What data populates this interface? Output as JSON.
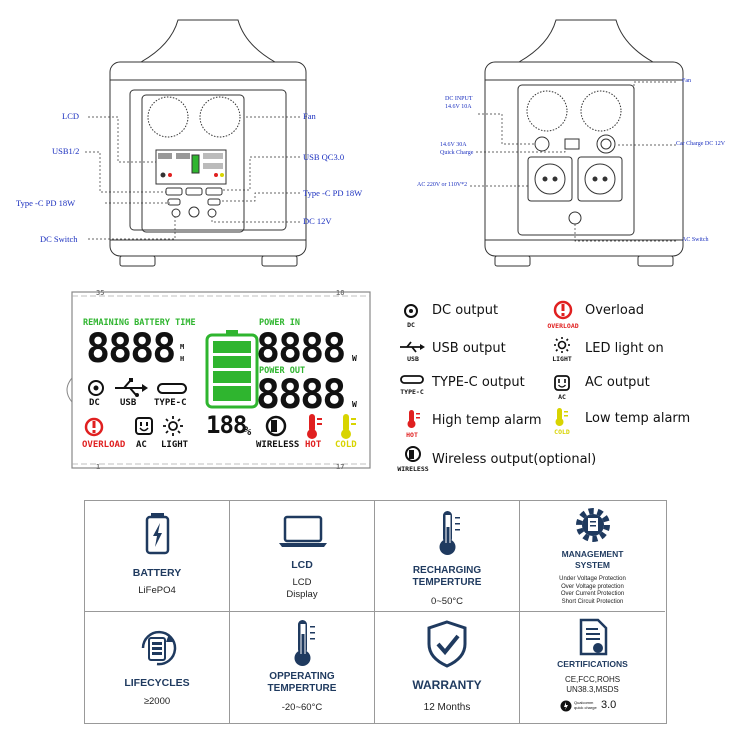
{
  "front_labels": {
    "lcd": "LCD",
    "usb12": "USB1/2",
    "typec_left": "Type -C PD 18W",
    "dc_switch": "DC Switch",
    "fan": "Fan",
    "usb_qc": "USB QC3.0",
    "typec_right": "Type -C PD 18W",
    "dc12": "DC 12V"
  },
  "back_labels": {
    "dc_input": "DC INPUT",
    "dc_input_rating": "14.6V 10A",
    "quick_charge_rating": "14.6V 30A",
    "quick_charge": "Quick Charge",
    "ac_out": "AC 220V or 110V*2",
    "fan": "Fan",
    "car_charge": "Car Charge DC 12V",
    "ac_switch": "AC Switch"
  },
  "lcd_panel": {
    "remaining": "REMAINING BATTERY TIME",
    "power_in": "POWER IN",
    "power_out": "POWER OUT",
    "digits": "8888",
    "unit_h": "H",
    "unit_m": "M",
    "unit_w": "W",
    "percent_digits": "188",
    "percent": "%",
    "dc": "DC",
    "usb": "USB",
    "typec": "TYPE-C",
    "overload": "OVERLOAD",
    "ac": "AC",
    "light": "LIGHT",
    "wireless": "WIRELESS",
    "hot": "HOT",
    "cold": "COLD",
    "corner_tl": "35",
    "corner_tr": "18",
    "corner_bl": "1",
    "corner_br": "17"
  },
  "legend": [
    {
      "name": "DC output",
      "sub": "DC"
    },
    {
      "name": "USB output",
      "sub": "USB"
    },
    {
      "name": "TYPE-C output",
      "sub": "TYPE-C"
    },
    {
      "name": "High temp alarm",
      "sub": "HOT"
    },
    {
      "name": "Wireless output(optional)",
      "sub": "WIRELESS"
    },
    {
      "name": "Overload",
      "sub": "OVERLOAD"
    },
    {
      "name": "LED light on",
      "sub": "LIGHT"
    },
    {
      "name": "AC output",
      "sub": "AC"
    },
    {
      "name": "Low temp alarm",
      "sub": "COLD"
    }
  ],
  "features": {
    "battery": {
      "title": "BATTERY",
      "sub": "LiFePO4"
    },
    "lcd": {
      "title": "LCD",
      "sub1": "LCD",
      "sub2": "Display"
    },
    "recharging": {
      "title1": "RECHARGING",
      "title2": "TEMPERTURE",
      "sub": "0~50°C"
    },
    "management": {
      "title1": "MANAGEMENT",
      "title2": "SYSTEM",
      "items": [
        "Under Voltage Protection",
        "Over Voltage protection",
        "Over Current Protection",
        "Short Circuit Protection"
      ]
    },
    "lifecycles": {
      "title": "LIFECYCLES",
      "sub": "≥2000"
    },
    "operating": {
      "title1": "OPPERATING",
      "title2": "TEMPERTURE",
      "sub": "-20~60°C"
    },
    "warranty": {
      "title": "WARRANTY",
      "sub": "12 Months"
    },
    "certifications": {
      "title": "CERTIFICATIONS",
      "sub1": "CE,FCC,ROHS",
      "sub2": "UN38.3,MSDS",
      "qc_brand1": "Qualcomm",
      "qc_brand2": "quick charge",
      "qc_version": "3.0"
    }
  },
  "colors": {
    "label_blue": "#1a2fbf",
    "lcd_green": "#2fb52f",
    "lcd_red": "#e02020",
    "lcd_yellow": "#d8d400",
    "icon_navy": "#1f3a5f"
  }
}
